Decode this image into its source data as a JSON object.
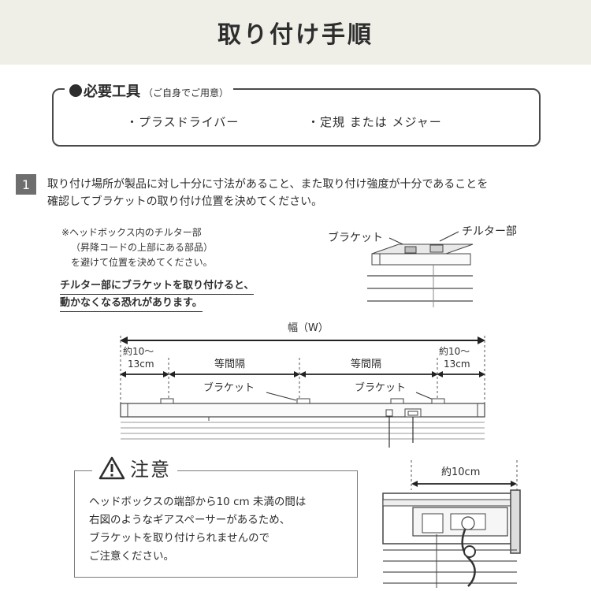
{
  "header": {
    "title": "取り付け手順"
  },
  "tools": {
    "title": "必要工具",
    "note": "（ご自身でご用意）",
    "items": [
      "・プラスドライバー",
      "・定規 または メジャー"
    ]
  },
  "step1": {
    "number": "1",
    "lines": [
      "取り付け場所が製品に対し十分に寸法があること、また取り付け強度が十分であることを",
      "確認してブラケットの取り付け位置を決めてください。"
    ]
  },
  "note": {
    "lines": [
      "※ヘッドボックス内のチルター部",
      "（昇降コードの上部にある部品）",
      "を避けて位置を決めてください。"
    ]
  },
  "warning": {
    "lines": [
      "チルター部にブラケットを取り付けると、",
      "動かなくなる恐れがあります。"
    ]
  },
  "small_diagram": {
    "bracket_label": "ブラケット",
    "tilter_label": "チルター部"
  },
  "width_diagram": {
    "width_label": "幅（W）",
    "left_margin": [
      "約10～",
      "13cm"
    ],
    "right_margin": [
      "約10～",
      "13cm"
    ],
    "spacing_label": "等間隔",
    "bracket_label": "ブラケット"
  },
  "caution": {
    "title": "注意",
    "lines": [
      "ヘッドボックスの端部から10 cm 未満の間は",
      "右図のようなギアスペーサーがあるため、",
      "ブラケットを取り付けられませんので",
      "ご注意ください。"
    ]
  },
  "detail_diagram": {
    "distance_label": "約10cm"
  }
}
